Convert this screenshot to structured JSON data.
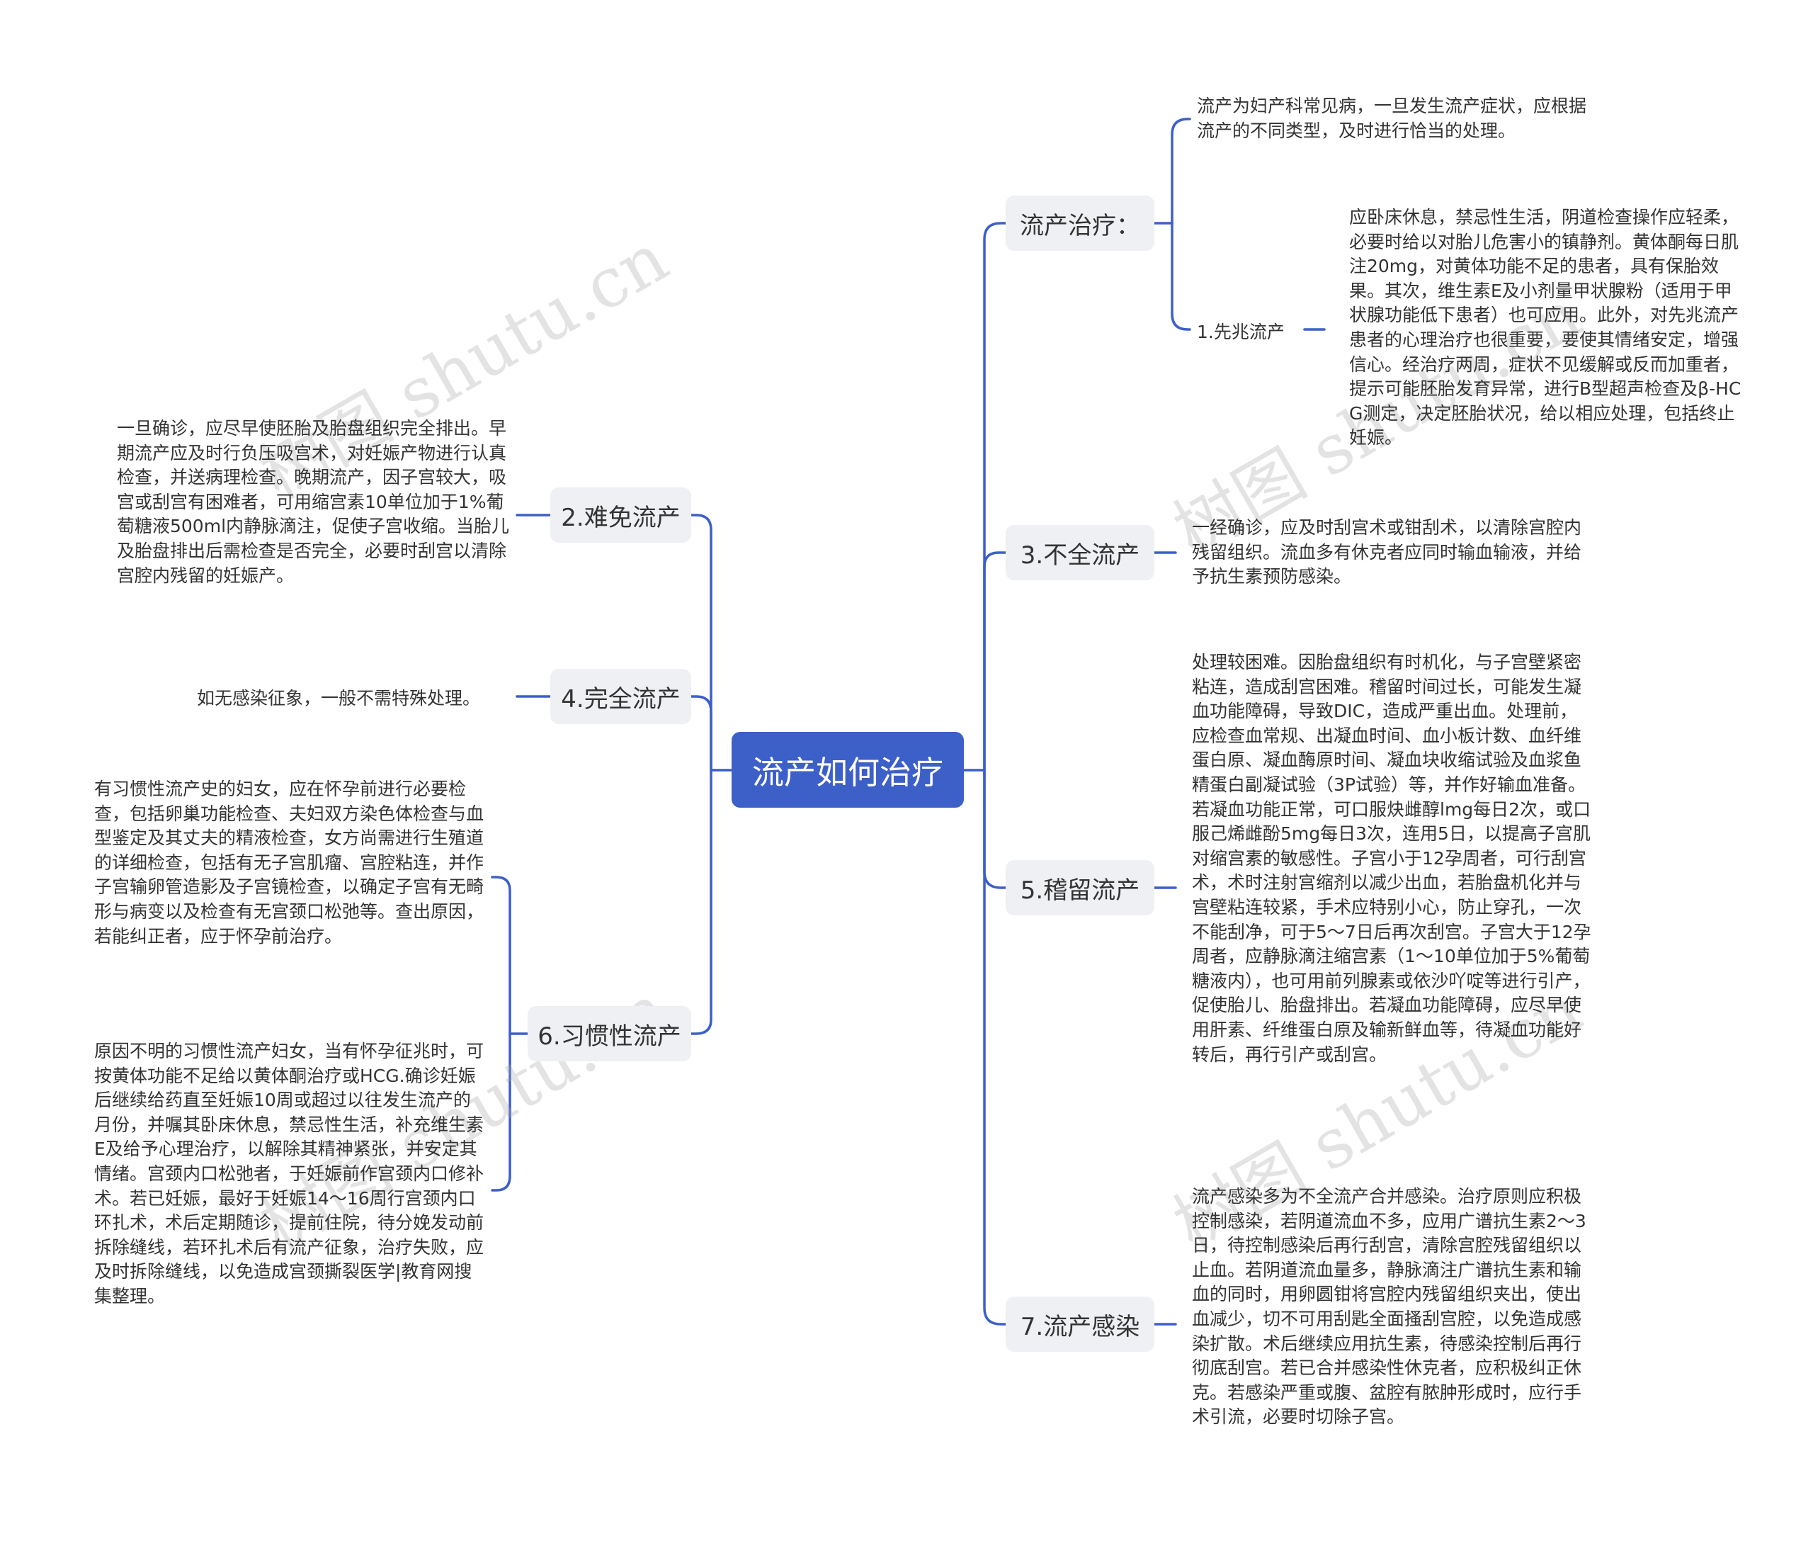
{
  "root": {
    "title": "流产如何治疗"
  },
  "right": {
    "treatment": {
      "label": "流产治疗：",
      "intro": "流产为妇产科常见病，一旦发生流产症状，应根据流产的不同类型，及时进行恰当的处理。",
      "threatened": {
        "label": "1.先兆流产",
        "text": "应卧床休息，禁忌性生活，阴道检查操作应轻柔，必要时给以对胎儿危害小的镇静剂。黄体酮每日肌注20mg，对黄体功能不足的患者，具有保胎效果。其次，维生素E及小剂量甲状腺粉（适用于甲状腺功能低下患者）也可应用。此外，对先兆流产患者的心理治疗也很重要，要使其情绪安定，增强信心。经治疗两周，症状不见缓解或反而加重者，提示可能胚胎发育异常，进行B型超声检查及β-HCG测定，决定胚胎状况，给以相应处理，包括终止妊娠。"
      }
    },
    "incomplete": {
      "label": "3.不全流产",
      "text": "一经确诊，应及时刮宫术或钳刮术，以清除宫腔内残留组织。流血多有休克者应同时输血输液，并给予抗生素预防感染。"
    },
    "missed": {
      "label": "5.稽留流产",
      "text": "处理较困难。因胎盘组织有时机化，与子宫壁紧密粘连，造成刮宫困难。稽留时间过长，可能发生凝血功能障碍，导致DIC，造成严重出血。处理前，应检查血常规、出凝血时间、血小板计数、血纤维蛋白原、凝血酶原时间、凝血块收缩试验及血浆鱼精蛋白副凝试验（3P试验）等，并作好输血准备。若凝血功能正常，可口服炔雌醇lmg每日2次，或口服己烯雌酚5mg每日3次，连用5日，以提高子宫肌对缩宫素的敏感性。子宫小于12孕周者，可行刮宫术，术时注射宫缩剂以减少出血，若胎盘机化并与宫壁粘连较紧，手术应特别小心，防止穿孔，一次不能刮净，可于5～7日后再次刮宫。子宫大于12孕周者，应静脉滴注缩宫素（1～10单位加于5%葡萄糖液内），也可用前列腺素或依沙吖啶等进行引产，促使胎儿、胎盘排出。若凝血功能障碍，应尽早使用肝素、纤维蛋白原及输新鲜血等，待凝血功能好转后，再行引产或刮宫。"
    },
    "infection": {
      "label": "7.流产感染",
      "text": "流产感染多为不全流产合并感染。治疗原则应积极控制感染，若阴道流血不多，应用广谱抗生素2～3日，待控制感染后再行刮宫，清除宫腔残留组织以止血。若阴道流血量多，静脉滴注广谱抗生素和输血的同时，用卵圆钳将宫腔内残留组织夹出，使出血减少，切不可用刮匙全面搔刮宫腔，以免造成感染扩散。术后继续应用抗生素，待感染控制后再行彻底刮宫。若已合并感染性休克者，应积极纠正休克。若感染严重或腹、盆腔有脓肿形成时，应行手术引流，必要时切除子宫。"
    }
  },
  "left": {
    "inevitable": {
      "label": "2.难免流产",
      "text": "一旦确诊，应尽早使胚胎及胎盘组织完全排出。早期流产应及时行负压吸宫术，对妊娠产物进行认真检查，并送病理检查。晚期流产，因子宫较大，吸宫或刮宫有困难者，可用缩宫素10单位加于1%葡萄糖液500ml内静脉滴注，促使子宫收缩。当胎儿及胎盘排出后需检查是否完全，必要时刮宫以清除宫腔内残留的妊娠产。"
    },
    "complete": {
      "label": "4.完全流产",
      "text": "如无感染征象，一般不需特殊处理。"
    },
    "habitual": {
      "label": "6.习惯性流产",
      "text1": "有习惯性流产史的妇女，应在怀孕前进行必要检查，包括卵巢功能检查、夫妇双方染色体检查与血型鉴定及其丈夫的精液检查，女方尚需进行生殖道的详细检查，包括有无子宫肌瘤、宫腔粘连，并作子宫输卵管造影及子宫镜检查，以确定子宫有无畸形与病变以及检查有无宫颈口松弛等。查出原因，若能纠正者，应于怀孕前治疗。",
      "text2": "原因不明的习惯性流产妇女，当有怀孕征兆时，可按黄体功能不足给以黄体酮治疗或HCG.确诊妊娠后继续给药直至妊娠10周或超过以往发生流产的月份，并嘱其卧床休息，禁忌性生活，补充维生素E及给予心理治疗，以解除其精神紧张，并安定其情绪。宫颈内口松弛者，于妊娠前作宫颈内口修补术。若已妊娠，最好于妊娠14～16周行宫颈内口环扎术，术后定期随诊，提前住院，待分娩发动前拆除缝线，若环扎术后有流产征象，治疗失败，应及时拆除缝线，以免造成宫颈撕裂医学|教育网搜集整理。"
    }
  },
  "watermark": {
    "text": "树图 shutu.cn"
  },
  "colors": {
    "line": "#3d5fc8",
    "root_bg": "#3d5fc8",
    "branch_bg": "#eef0f3",
    "text": "#333333"
  }
}
